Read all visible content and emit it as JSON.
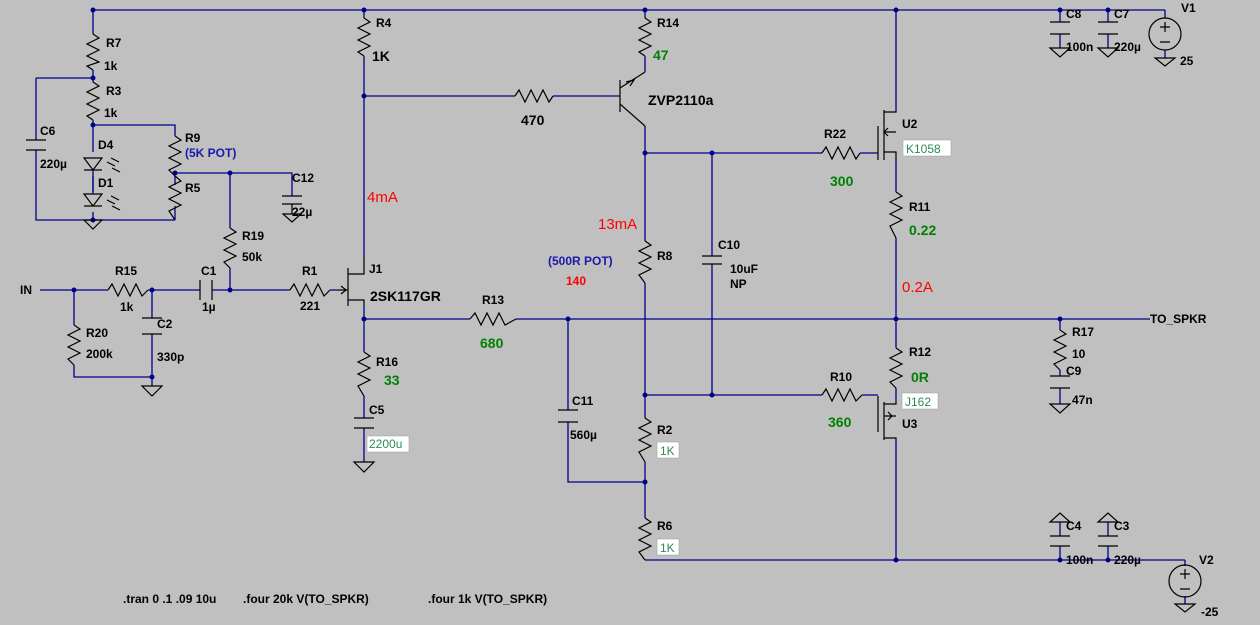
{
  "components": {
    "R1": {
      "ref": "R1",
      "value": "221"
    },
    "R2": {
      "ref": "R2",
      "value": "1K"
    },
    "R3": {
      "ref": "R3",
      "value": "1k"
    },
    "R4": {
      "ref": "R4",
      "value": "1K"
    },
    "R5": {
      "ref": "R5"
    },
    "R6": {
      "ref": "R6",
      "value": "1K"
    },
    "R7": {
      "ref": "R7",
      "value": "1k"
    },
    "R8": {
      "ref": "R8",
      "value": "140",
      "note": "(500R POT)"
    },
    "R9": {
      "ref": "R9",
      "note": "(5K POT)"
    },
    "R10": {
      "ref": "R10",
      "value": "360"
    },
    "R11": {
      "ref": "R11",
      "value": "0.22"
    },
    "R12": {
      "ref": "R12",
      "value": "0R"
    },
    "R13": {
      "ref": "R13",
      "value": "680"
    },
    "R14": {
      "ref": "R14",
      "value": "47"
    },
    "R15": {
      "ref": "R15",
      "value": "1k"
    },
    "R16": {
      "ref": "R16",
      "value": "33"
    },
    "R17": {
      "ref": "R17",
      "value": "10"
    },
    "R19": {
      "ref": "R19",
      "value": "50k"
    },
    "R20": {
      "ref": "R20",
      "value": "200k"
    },
    "R21": {
      "value": "470"
    },
    "R22": {
      "ref": "R22",
      "value": "300"
    },
    "C1": {
      "ref": "C1",
      "value": "1µ"
    },
    "C2": {
      "ref": "C2",
      "value": "330p"
    },
    "C3": {
      "ref": "C3",
      "value": "220µ"
    },
    "C4": {
      "ref": "C4",
      "value": "100n"
    },
    "C5": {
      "ref": "C5",
      "value": "2200u"
    },
    "C6": {
      "ref": "C6",
      "value": "220µ"
    },
    "C7": {
      "ref": "C7",
      "value": "220µ"
    },
    "C8": {
      "ref": "C8",
      "value": "100n"
    },
    "C9": {
      "ref": "C9",
      "value": "47n"
    },
    "C10": {
      "ref": "C10",
      "value1": "10uF",
      "value2": "NP"
    },
    "C11": {
      "ref": "C11",
      "value": "560µ"
    },
    "C12": {
      "ref": "C12",
      "value": "22µ"
    },
    "D1": {
      "ref": "D1"
    },
    "D4": {
      "ref": "D4"
    },
    "J1": {
      "ref": "J1",
      "value": "2SK117GR"
    },
    "Q1": {
      "value": "ZVP2110a"
    },
    "U2": {
      "ref": "U2",
      "value": "K1058"
    },
    "U3": {
      "ref": "U3",
      "value": "J162"
    },
    "V1": {
      "ref": "V1",
      "value": "25"
    },
    "V2": {
      "ref": "V2",
      "value": "-25"
    }
  },
  "nets": {
    "input": "IN",
    "output": "TO_SPKR"
  },
  "annotations": {
    "i_j1": "4mA",
    "i_vas": "13mA",
    "i_out": "0.2A"
  },
  "directives": {
    "tran": ".tran 0 .1 .09 10u",
    "four20k": ".four 20k V(TO_SPKR)",
    "four1k": ".four 1k V(TO_SPKR)"
  }
}
